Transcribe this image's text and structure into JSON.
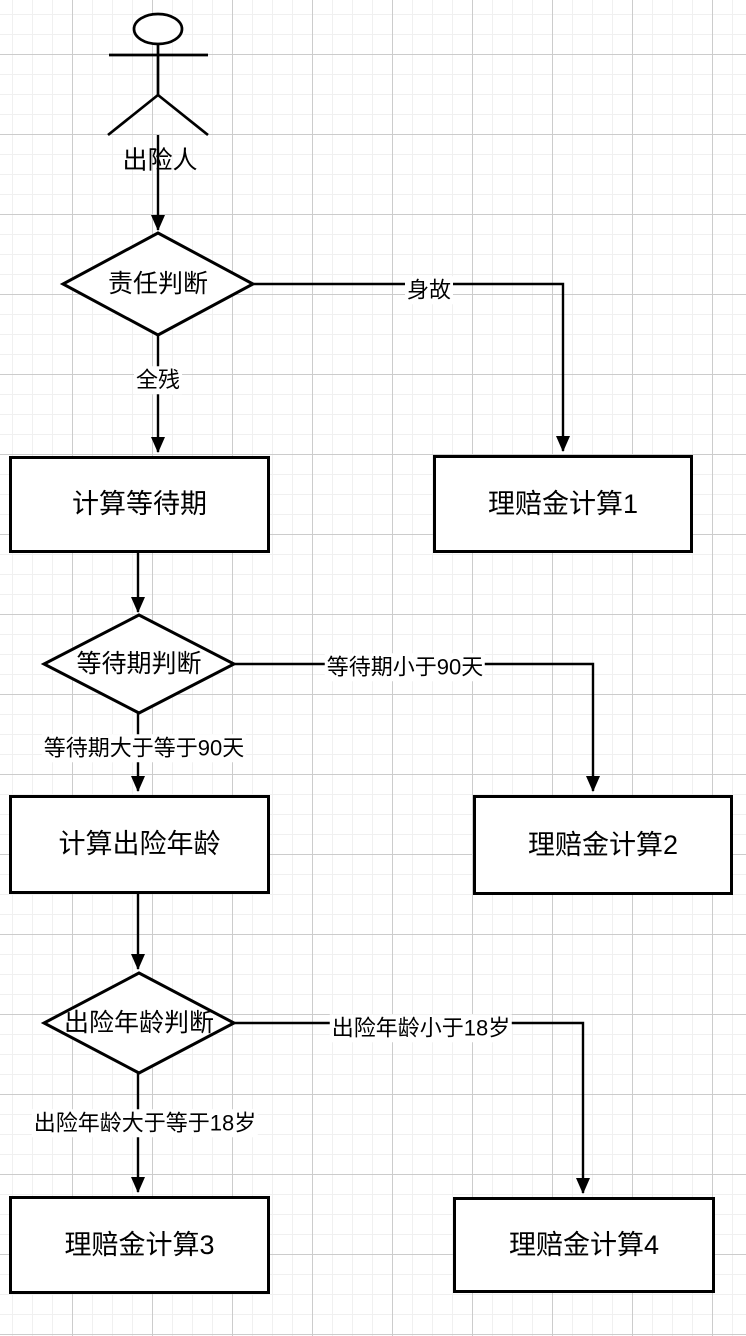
{
  "diagram": {
    "actor": {
      "label": "出险人",
      "shape": "stick-figure"
    },
    "nodes": {
      "decision_liability": {
        "label": "责任判断",
        "shape": "diamond"
      },
      "calc_waiting_period": {
        "label": "计算等待期",
        "shape": "rect"
      },
      "claim_calc_1": {
        "label": "理赔金计算1",
        "shape": "rect"
      },
      "decision_waiting_period": {
        "label": "等待期判断",
        "shape": "diamond"
      },
      "calc_accident_age": {
        "label": "计算出险年龄",
        "shape": "rect"
      },
      "claim_calc_2": {
        "label": "理赔金计算2",
        "shape": "rect"
      },
      "decision_accident_age": {
        "label": "出险年龄判断",
        "shape": "diamond"
      },
      "claim_calc_3": {
        "label": "理赔金计算3",
        "shape": "rect"
      },
      "claim_calc_4": {
        "label": "理赔金计算4",
        "shape": "rect"
      }
    },
    "edge_labels": {
      "death": "身故",
      "total_disability": "全残",
      "waiting_lt_90_days": "等待期小于90天",
      "waiting_gte_90_days": "等待期大于等于90天",
      "age_lt_18": "出险年龄小于18岁",
      "age_gte_18": "出险年龄大于等于18岁"
    },
    "colors": {
      "stroke": "#000000",
      "node_fill": "#ffffff",
      "background": "#ffffff",
      "grid_minor": "#f0f0f0",
      "grid_major": "#cccccc"
    }
  }
}
